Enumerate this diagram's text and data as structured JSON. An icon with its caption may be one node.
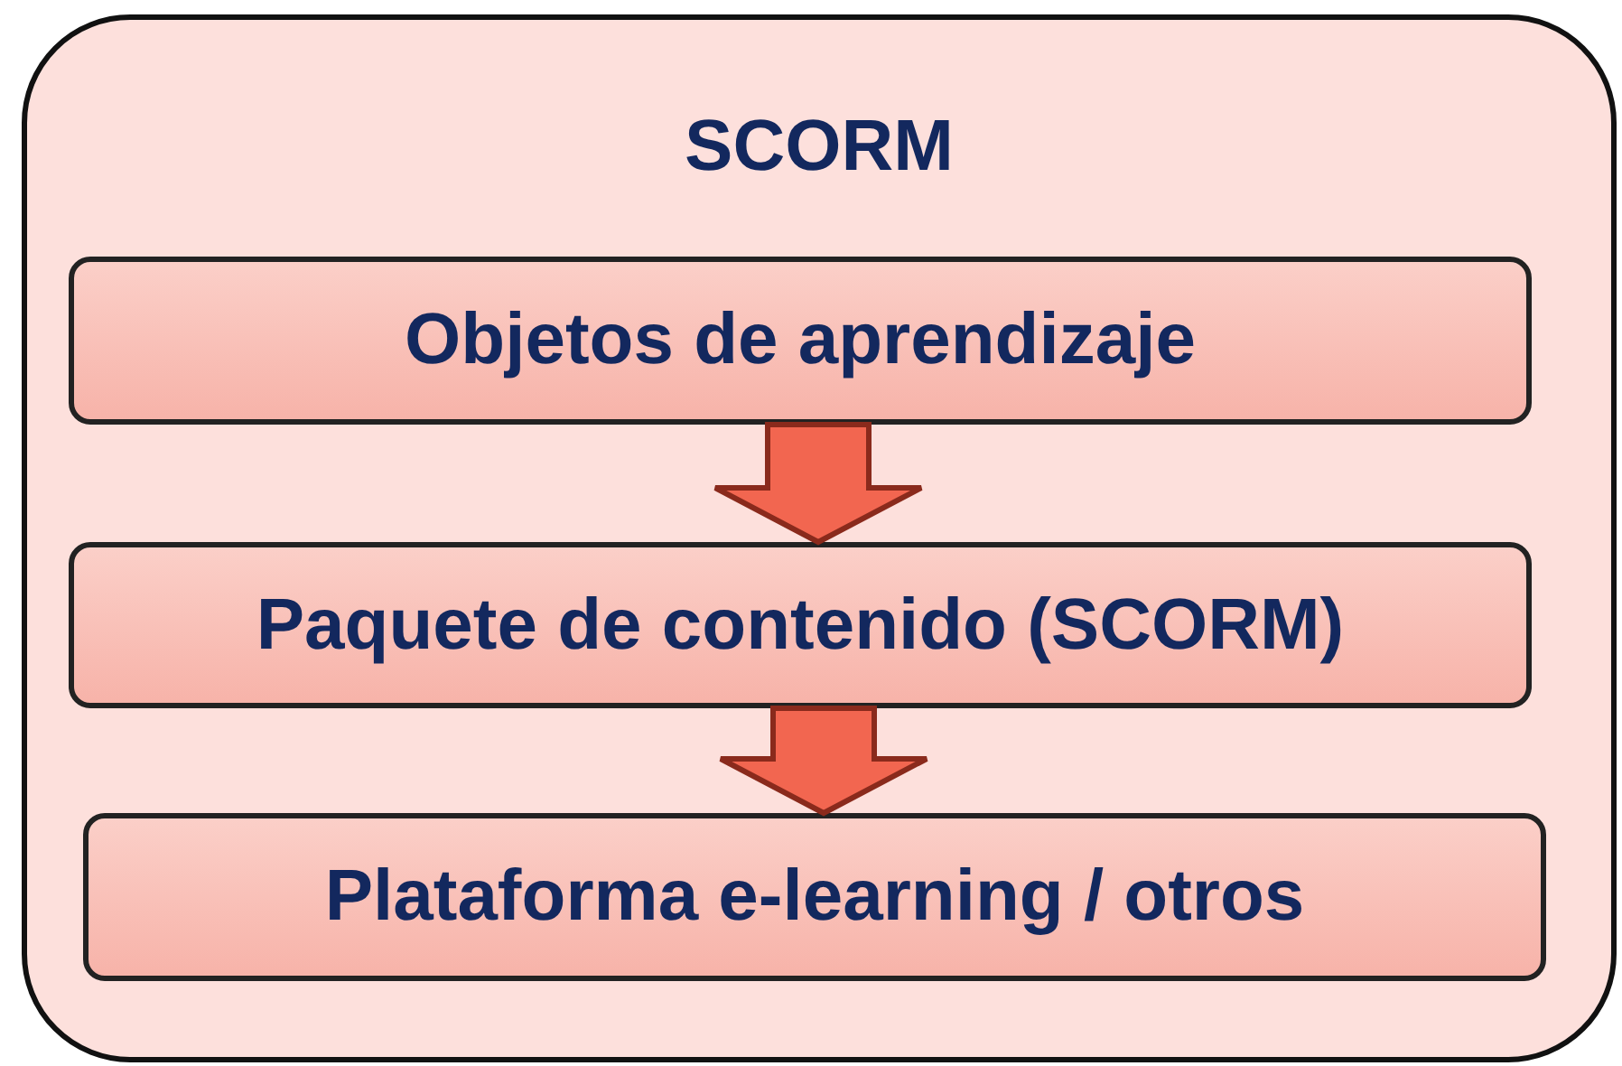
{
  "diagram": {
    "nodes": [
      {
        "text": [
          "SCORM"
        ]
      },
      {
        "text": [
          "Objetos de aprendizaje"
        ],
        "in": 0
      },
      {
        "text": [
          "Paquete de contenido (SCORM)"
        ],
        "in": 0
      },
      {
        "text": [
          "Plataforma e-learning / otros"
        ],
        "in": 0
      }
    ],
    "edges": [
      {
        "from": 1,
        "to": 2,
        "arrow": "to"
      },
      {
        "from": 2,
        "to": 3,
        "arrow": "to"
      }
    ]
  }
}
